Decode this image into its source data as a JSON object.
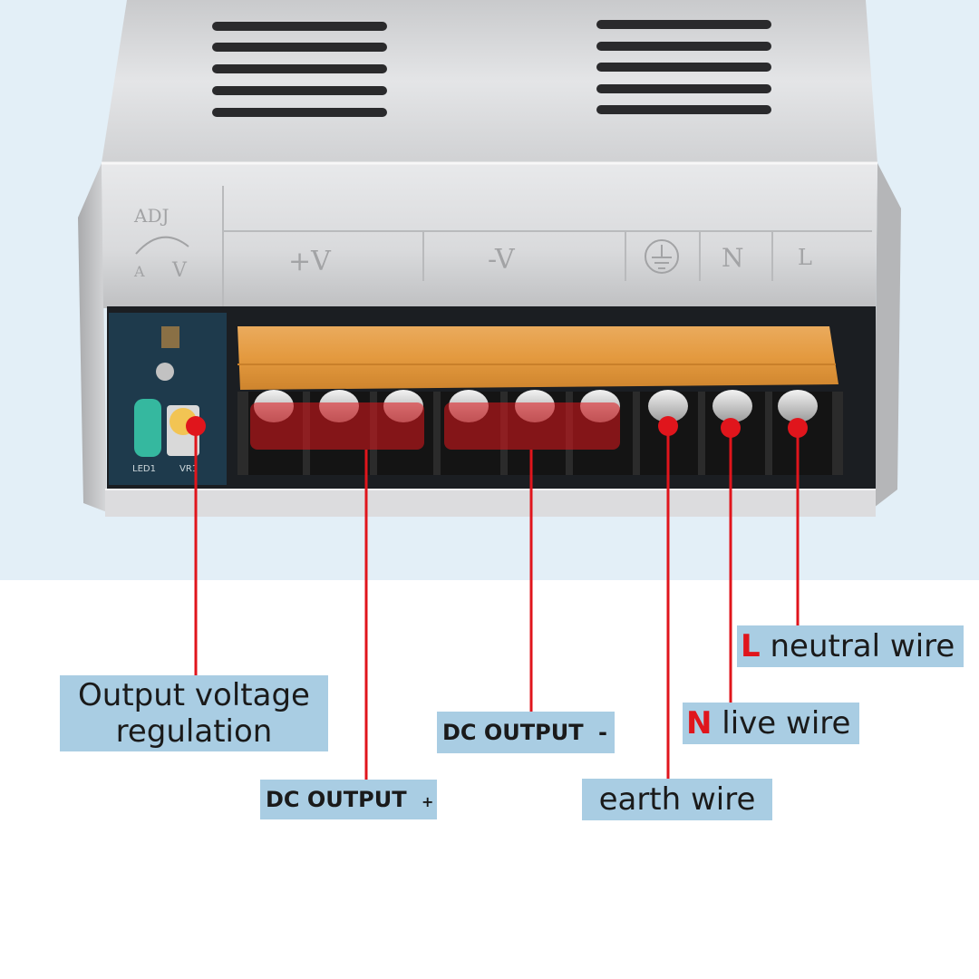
{
  "unit_markings": {
    "adj": "ADJ",
    "adj_low": "A",
    "adj_high": "V",
    "plus_v": "+V",
    "minus_v": "-V",
    "neutral": "N",
    "line": "L",
    "led": "LED1",
    "vr": "VR1"
  },
  "callouts": {
    "output_voltage_regulation": {
      "line1": "Output voltage",
      "line2": "regulation"
    },
    "dc_output_plus": {
      "text": "DC OUTPUT",
      "sign": "+"
    },
    "dc_output_minus": {
      "text": "DC OUTPUT",
      "sign": "-"
    },
    "earth_wire": {
      "text": "earth wire"
    },
    "n_live_wire": {
      "letter": "N",
      "text": "live wire"
    },
    "l_neutral_wire": {
      "letter": "L",
      "text": "neutral wire"
    }
  },
  "colors": {
    "label_bg": "#a9cde3",
    "leader_line": "#e0151c",
    "backdrop": "#e3eff7",
    "terminal_cover": "#f0a23a"
  }
}
